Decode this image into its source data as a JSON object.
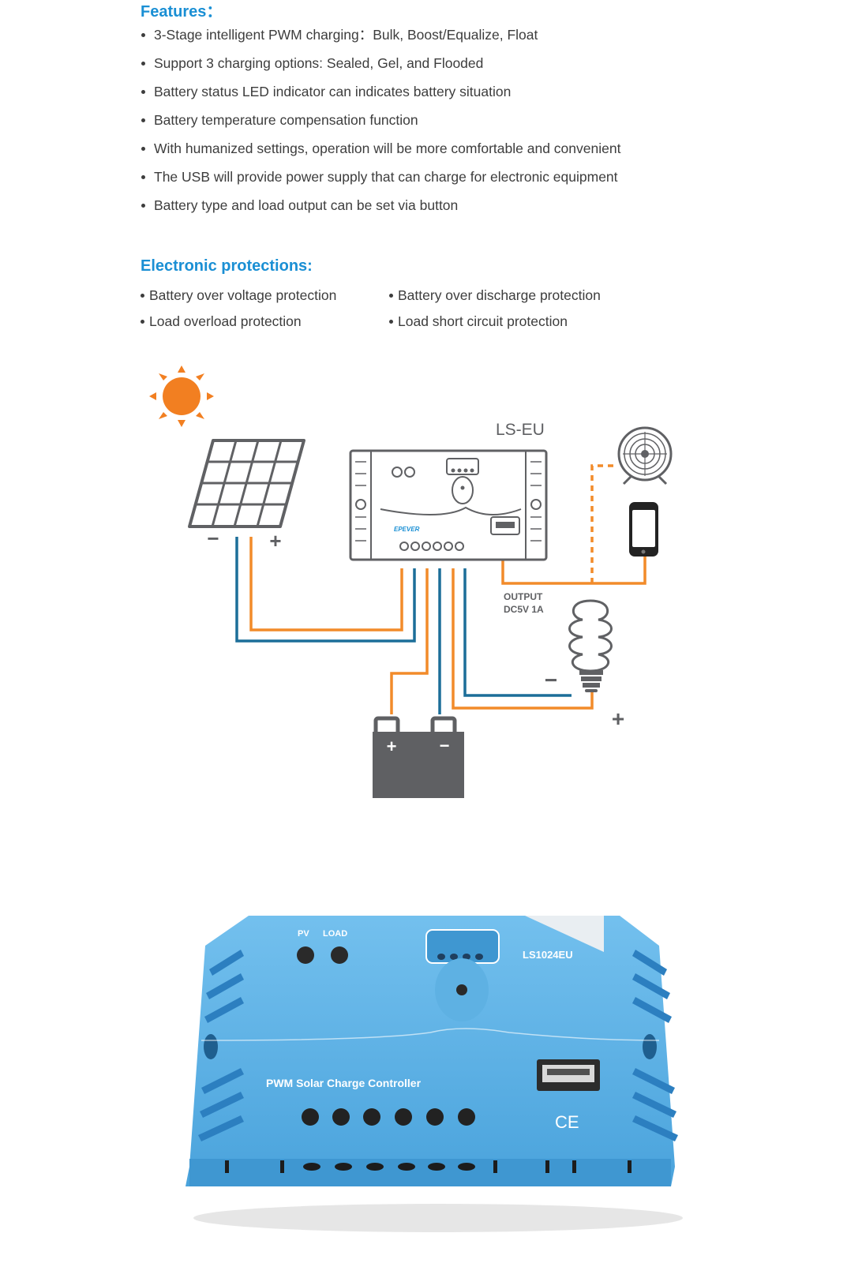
{
  "features": {
    "title": "Features：",
    "items": [
      "3-Stage intelligent PWM charging：Bulk, Boost/Equalize, Float",
      "Support 3 charging options: Sealed, Gel, and Flooded",
      "Battery status LED indicator can indicates battery situation",
      "Battery temperature compensation function",
      "With humanized settings, operation will be more comfortable and convenient",
      "The USB will provide power supply that can charge for electronic equipment",
      "Battery type and load output can be set via button"
    ]
  },
  "protections": {
    "title": "Electronic protections:",
    "items": [
      "Battery over voltage protection",
      "Battery over discharge protection",
      "Load overload protection",
      "Load short circuit protection"
    ]
  },
  "diagram": {
    "controller_label": "LS-EU",
    "brand_label": "EPEVER",
    "output_line1": "OUTPUT",
    "output_line2": "DC5V 1A",
    "minus_sign": "−",
    "plus_sign": "+",
    "colors": {
      "orange": "#f28b2a",
      "blue": "#1c6e99",
      "gray": "#5f6063",
      "sun": "#f27f21"
    }
  },
  "product": {
    "model": "LS1024EU",
    "title": "PWM Solar Charge Controller",
    "pv_label": "PV",
    "load_label": "LOAD",
    "ce_mark": "CE",
    "color": "#5fb3e6"
  }
}
